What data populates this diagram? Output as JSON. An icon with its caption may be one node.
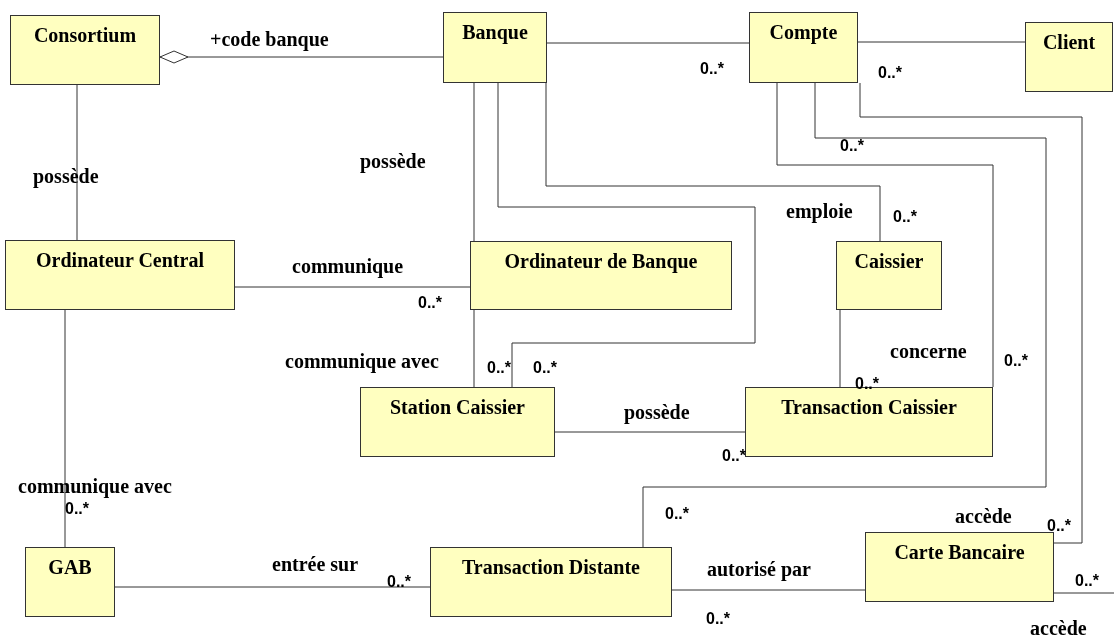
{
  "diagram": {
    "nodes": [
      {
        "text": [
          "Consortium"
        ]
      },
      {
        "text": [
          "Banque"
        ]
      },
      {
        "text": [
          "Compte"
        ]
      },
      {
        "text": [
          "Client"
        ]
      },
      {
        "text": [
          "Ordinateur Central"
        ]
      },
      {
        "text": [
          "Ordinateur de Banque"
        ]
      },
      {
        "text": [
          "Caissier"
        ]
      },
      {
        "text": [
          "Station Caissier"
        ]
      },
      {
        "text": [
          "Transaction Caissier"
        ]
      },
      {
        "text": [
          "GAB"
        ]
      },
      {
        "text": [
          "Transaction Distante"
        ]
      },
      {
        "text": [
          "Carte Bancaire"
        ]
      }
    ],
    "edges": [
      {
        "from": 0,
        "to": 1,
        "arrow": "other",
        "label": "+code banque"
      },
      {
        "from": 1,
        "to": 2,
        "arrow": "none"
      },
      {
        "from": 2,
        "to": 3,
        "arrow": "none"
      },
      {
        "from": 0,
        "to": 4,
        "arrow": "none",
        "label": "possède"
      },
      {
        "from": 1,
        "to": 5,
        "arrow": "none",
        "label": "possède"
      },
      {
        "from": 1,
        "to": 7,
        "arrow": "none"
      },
      {
        "from": 1,
        "to": 6,
        "arrow": "none",
        "label": "emploie"
      },
      {
        "from": 2,
        "to": 8,
        "arrow": "none",
        "label": "concerne"
      },
      {
        "from": 2,
        "to": 10,
        "arrow": "none"
      },
      {
        "from": 2,
        "to": 11,
        "arrow": "none",
        "label": "accède"
      },
      {
        "from": 4,
        "to": 5,
        "arrow": "none",
        "label": "communique"
      },
      {
        "from": 5,
        "to": 7,
        "arrow": "none",
        "label": "communique avec"
      },
      {
        "from": 6,
        "to": 8,
        "arrow": "none"
      },
      {
        "from": 7,
        "to": 8,
        "arrow": "none",
        "label": "possède"
      },
      {
        "from": 4,
        "to": 9,
        "arrow": "none",
        "label": "communique avec"
      },
      {
        "from": 9,
        "to": 10,
        "arrow": "none",
        "label": "entrée sur"
      },
      {
        "from": 10,
        "to": 11,
        "arrow": "none",
        "label": "autorisé par"
      },
      {
        "from": 11,
        "to": null,
        "arrow": "none",
        "label": "accède"
      }
    ],
    "labels": [
      "0..*",
      "0..*",
      "0..*",
      "0..*",
      "0..*",
      "0..*",
      "0..*",
      "0..*",
      "0..*",
      "0..*",
      "0..*",
      "0..*",
      "0..*",
      "0..*",
      "0..*",
      "0..*"
    ]
  }
}
